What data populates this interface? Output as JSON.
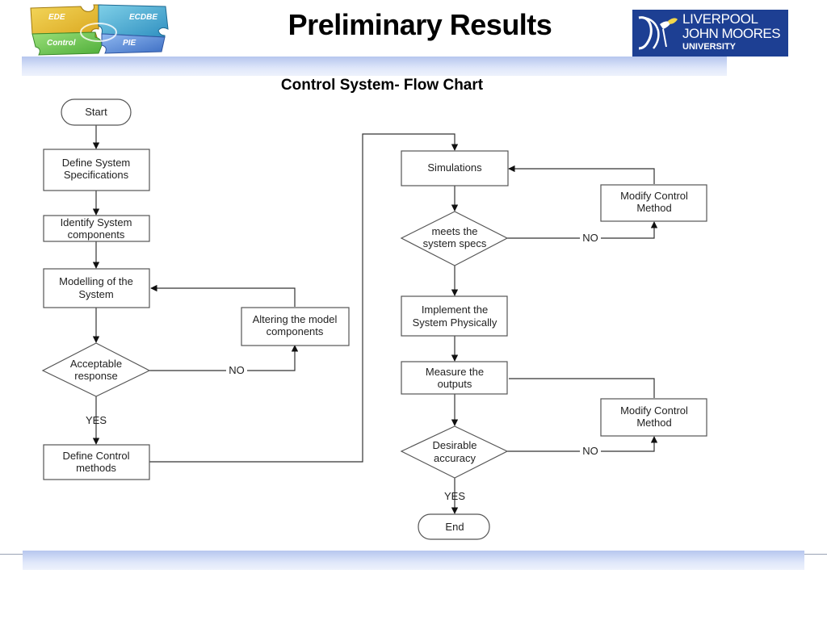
{
  "slide": {
    "title": "Preliminary Results",
    "subtitle": "Control System- Flow Chart"
  },
  "logos": {
    "puzzle": {
      "icon": "puzzle-pieces-logo",
      "pieces": [
        "EDE",
        "ECDBE",
        "Control",
        "PIE"
      ]
    },
    "university": {
      "icon": "liver-bird-crest-icon",
      "line1": "LIVERPOOL",
      "line2": "JOHN MOORES",
      "line3": "UNIVERSITY",
      "color": "#1d3f93"
    }
  },
  "flowchart": {
    "start": "Start",
    "define_specs": [
      "Define System",
      "Specifications"
    ],
    "identify_components": [
      "Identify System",
      "components"
    ],
    "modelling": [
      "Modelling of the",
      "System"
    ],
    "altering_model": [
      "Altering the model",
      "components"
    ],
    "acceptable_response": [
      "Acceptable",
      "response"
    ],
    "no_1": "NO",
    "yes_1": "YES",
    "define_control": [
      "Define Control",
      "methods"
    ],
    "simulations": "Simulations",
    "modify_control_1": [
      "Modify Control",
      "Method"
    ],
    "meets_specs": [
      "meets the",
      "system specs"
    ],
    "no_2": "NO",
    "implement": [
      "Implement the",
      "System Physically"
    ],
    "measure_outputs": [
      "Measure the",
      "outputs"
    ],
    "modify_control_2": [
      "Modify Control",
      "Method"
    ],
    "desirable_accuracy": [
      "Desirable",
      "accuracy"
    ],
    "no_3": "NO",
    "yes_2": "YES",
    "end": "End"
  },
  "colors": {
    "band": "#c9d5f3",
    "node_stroke": "#555555",
    "text": "#222222"
  }
}
